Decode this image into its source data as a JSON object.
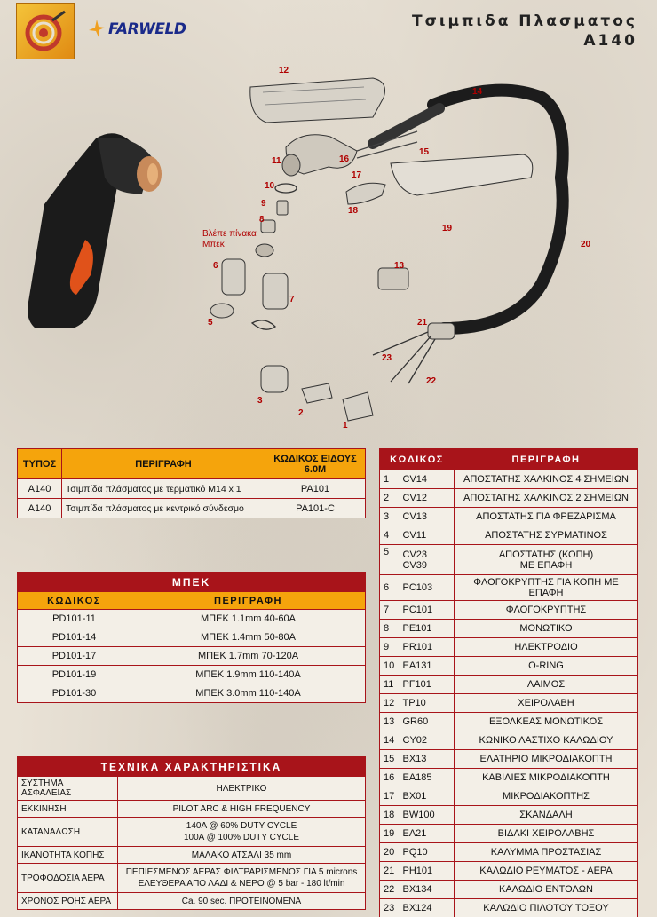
{
  "header": {
    "brand": "FARWELD",
    "title": "Τσιμπιδα Πλασματος",
    "model": "A140"
  },
  "diagram": {
    "callout_line1": "Βλέπε πίνακα",
    "callout_line2": "Μπεκ",
    "part_numbers": [
      "12",
      "14",
      "11",
      "15",
      "16",
      "17",
      "10",
      "9",
      "18",
      "19",
      "8",
      "20",
      "6",
      "13",
      "7",
      "5",
      "21",
      "23",
      "22",
      "3",
      "2",
      "1"
    ]
  },
  "type_table": {
    "headers": [
      "ΤΥΠΟΣ",
      "ΠΕΡΙΓΡΑΦΗ",
      "ΚΩΔΙΚΟΣ ΕΙΔΟΥΣ 6.0M"
    ],
    "rows": [
      {
        "type": "A140",
        "desc": "Τσιμπίδα πλάσματος με τερματικό M14 x 1",
        "code": "PA101"
      },
      {
        "type": "A140",
        "desc": "Τσιμπίδα πλάσματος με κεντρικό σύνδεσμο",
        "code": "PA101-C"
      }
    ]
  },
  "nozzle_table": {
    "title": "ΜΠΕΚ",
    "headers": [
      "ΚΩΔΙΚΟΣ",
      "ΠΕΡΙΓΡΑΦΗ"
    ],
    "rows": [
      {
        "code": "PD101-11",
        "desc": "ΜΠΕΚ 1.1mm  40-60A"
      },
      {
        "code": "PD101-14",
        "desc": "ΜΠΕΚ 1.4mm  50-80A"
      },
      {
        "code": "PD101-17",
        "desc": "ΜΠΕΚ 1.7mm  70-120A"
      },
      {
        "code": "PD101-19",
        "desc": "ΜΠΕΚ 1.9mm  110-140A"
      },
      {
        "code": "PD101-30",
        "desc": "ΜΠΕΚ 3.0mm  110-140A"
      }
    ]
  },
  "tech_table": {
    "title": "ΤΕΧΝΙΚΑ ΧΑΡΑΚΤΗΡΙΣΤΙΚΑ",
    "rows": [
      {
        "label": "ΣΥΣΤΗΜΑ ΑΣΦΑΛΕΙΑΣ",
        "line1": "ΗΛΕΚΤΡΙΚΟ",
        "line2": ""
      },
      {
        "label": "ΕΚΚΙΝΗΣΗ",
        "line1": "PILOT ARC & HIGH FREQUENCY",
        "line2": ""
      },
      {
        "label": "ΚΑΤΑΝΑΛΩΣΗ",
        "line1": "140A @ 60% DUTY CYCLE",
        "line2": "100A @ 100% DUTY CYCLE"
      },
      {
        "label": "ΙΚΑΝΟΤΗΤΑ ΚΟΠΗΣ",
        "line1": "ΜΑΛΑΚΟ ΑΤΣΑΛΙ 35 mm",
        "line2": ""
      },
      {
        "label": "ΤΡΟΦΟΔΟΣΙΑ ΑΕΡΑ",
        "line1": "ΠΕΠΙΕΣΜΕΝΟΣ ΑΕΡΑΣ ΦΙΛΤΡΑΡΙΣΜΕΝΟΣ ΓΙΑ 5 microns",
        "line2": "ΕΛΕΥΘΕΡΑ ΑΠΟ ΛΑΔΙ & ΝΕΡΟ @ 5 bar  - 180 lt/min"
      },
      {
        "label": "ΧΡΟΝΟΣ ΡΟΗΣ ΑΕΡΑ",
        "line1": "Ca. 90 sec. ΠΡΟΤΕΙΝΟΜΕΝΑ",
        "line2": ""
      }
    ]
  },
  "parts_table": {
    "headers": [
      "ΚΩΔΙΚΟΣ",
      "ΠΕΡΙΓΡΑΦΗ"
    ],
    "rows": [
      {
        "num": "1",
        "code": "CV14",
        "desc": "ΑΠΟΣΤΑΤΗΣ ΧΑΛΚΙΝΟΣ 4 ΣΗΜΕΙΩΝ",
        "desc2": ""
      },
      {
        "num": "2",
        "code": "CV12",
        "desc": "ΑΠΟΣΤΑΤΗΣ ΧΑΛΚΙΝΟΣ 2 ΣΗΜΕΙΩΝ",
        "desc2": ""
      },
      {
        "num": "3",
        "code": "CV13",
        "desc": "ΑΠΟΣΤΑΤΗΣ ΓΙΑ ΦΡΕΖΑΡΙΣΜΑ",
        "desc2": ""
      },
      {
        "num": "4",
        "code": "CV11",
        "desc": "ΑΠΟΣΤΑΤΗΣ ΣΥΡΜΑΤΙΝΟΣ",
        "desc2": ""
      },
      {
        "num": "5",
        "code": "CV23",
        "code2": "CV39",
        "desc": "ΑΠΟΣΤΑΤΗΣ (ΚΟΠΗ)",
        "desc2": "ΜΕ ΕΠΑΦΗ"
      },
      {
        "num": "6",
        "code": "PC103",
        "desc": "ΦΛΟΓΟΚΡΥΠΤΗΣ ΓΙΑ ΚΟΠΗ ΜΕ ΕΠΑΦΗ",
        "desc2": ""
      },
      {
        "num": "7",
        "code": "PC101",
        "desc": "ΦΛΟΓΟΚΡΥΠΤΗΣ",
        "desc2": ""
      },
      {
        "num": "8",
        "code": "PE101",
        "desc": "ΜΟΝΩΤΙΚΟ",
        "desc2": ""
      },
      {
        "num": "9",
        "code": "PR101",
        "desc": "ΗΛΕΚΤΡΟΔΙΟ",
        "desc2": ""
      },
      {
        "num": "10",
        "code": "EA131",
        "desc": "O-RING",
        "desc2": ""
      },
      {
        "num": "11",
        "code": "PF101",
        "desc": "ΛΑΙΜΟΣ",
        "desc2": ""
      },
      {
        "num": "12",
        "code": "TP10",
        "desc": "ΧΕΙΡΟΛΑΒΗ",
        "desc2": ""
      },
      {
        "num": "13",
        "code": "GR60",
        "desc": "ΕΞΟΛΚΕΑΣ ΜΟΝΩΤΙΚΟΣ",
        "desc2": ""
      },
      {
        "num": "14",
        "code": "CY02",
        "desc": "ΚΩΝΙΚΟ ΛΑΣΤΙΧΟ ΚΑΛΩΔΙΟΥ",
        "desc2": ""
      },
      {
        "num": "15",
        "code": "BX13",
        "desc": "ΕΛΑΤΗΡΙΟ ΜΙΚΡΟΔΙΑΚΟΠΤΗ",
        "desc2": ""
      },
      {
        "num": "16",
        "code": "EA185",
        "desc": "ΚΑΒΙΛΙΕΣ ΜΙΚΡΟΔΙΑΚΟΠΤΗ",
        "desc2": ""
      },
      {
        "num": "17",
        "code": "BX01",
        "desc": "ΜΙΚΡΟΔΙΑΚΟΠΤΗΣ",
        "desc2": ""
      },
      {
        "num": "18",
        "code": "BW100",
        "desc": "ΣΚΑΝΔΑΛΗ",
        "desc2": ""
      },
      {
        "num": "19",
        "code": "EA21",
        "desc": "ΒΙΔΑΚΙ ΧΕΙΡΟΛΑΒΗΣ",
        "desc2": ""
      },
      {
        "num": "20",
        "code": "PQ10",
        "desc": "ΚΑΛΥΜΜΑ ΠΡΟΣΤΑΣΙΑΣ",
        "desc2": ""
      },
      {
        "num": "21",
        "code": "PH101",
        "desc": "ΚΑΛΩΔΙΟ ΡΕΥΜΑΤΟΣ - ΑΕΡΑ",
        "desc2": ""
      },
      {
        "num": "22",
        "code": "BX134",
        "desc": "ΚΑΛΩΔΙΟ ΕΝΤΟΛΩΝ",
        "desc2": ""
      },
      {
        "num": "23",
        "code": "BX124",
        "desc": "ΚΑΛΩΔΙΟ ΠΙΛΟΤΟΥ ΤΟΞΟΥ",
        "desc2": ""
      }
    ]
  },
  "colors": {
    "header_red": "#a8141a",
    "header_yellow": "#f5a40c",
    "part_number_red": "#b00000",
    "brand_blue": "#1a2a8a"
  }
}
